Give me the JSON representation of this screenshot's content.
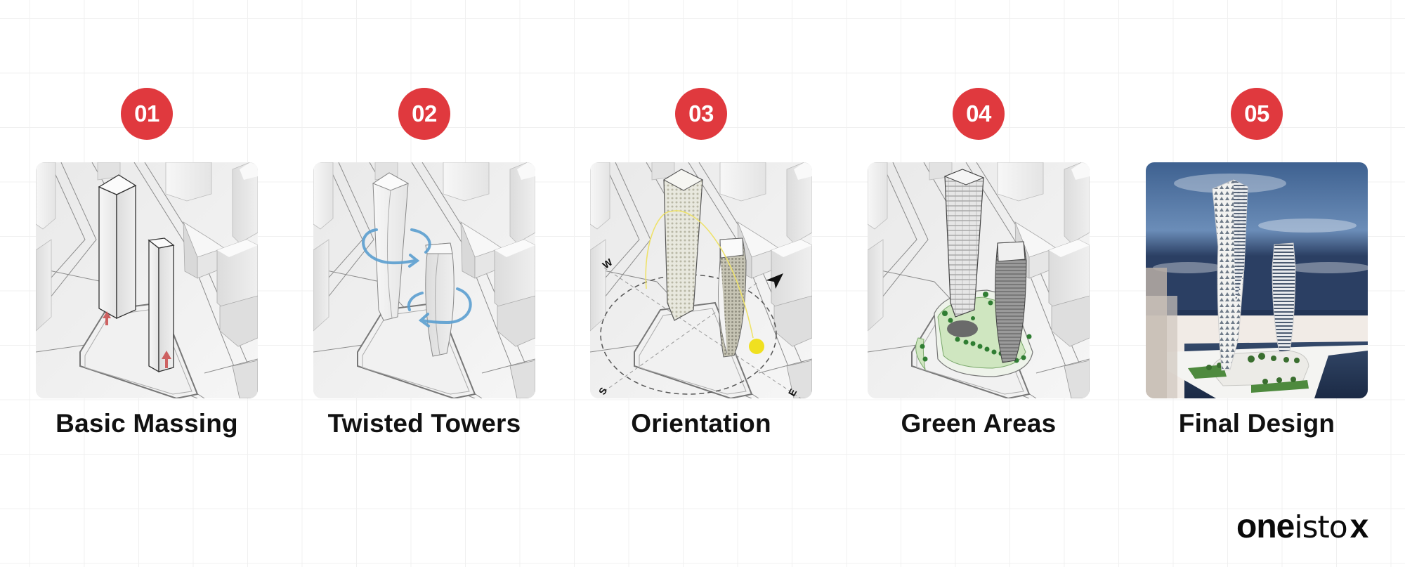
{
  "colors": {
    "badge_red": "#e0393e",
    "text_dark": "#111111",
    "grid_line": "#f0f0f0",
    "twist_arrow_blue": "#5b9fd0",
    "massing_arrow_red": "#c94a4a",
    "sun_yellow": "#f0e020",
    "greenery": "#3f8f3f",
    "sky_blue": "#3b5e8c"
  },
  "steps": [
    {
      "number": "01",
      "title": "Basic Massing",
      "image": "massing-diagram"
    },
    {
      "number": "02",
      "title": "Twisted Towers",
      "image": "twist-diagram"
    },
    {
      "number": "03",
      "title": "Orientation",
      "image": "orientation-diagram",
      "compass": {
        "w": "W",
        "s": "S",
        "e": "E"
      }
    },
    {
      "number": "04",
      "title": "Green Areas",
      "image": "green-areas-diagram"
    },
    {
      "number": "05",
      "title": "Final Design",
      "image": "final-render"
    }
  ],
  "brand": {
    "part1": "one",
    "part2": "isto",
    "part3": "x"
  }
}
